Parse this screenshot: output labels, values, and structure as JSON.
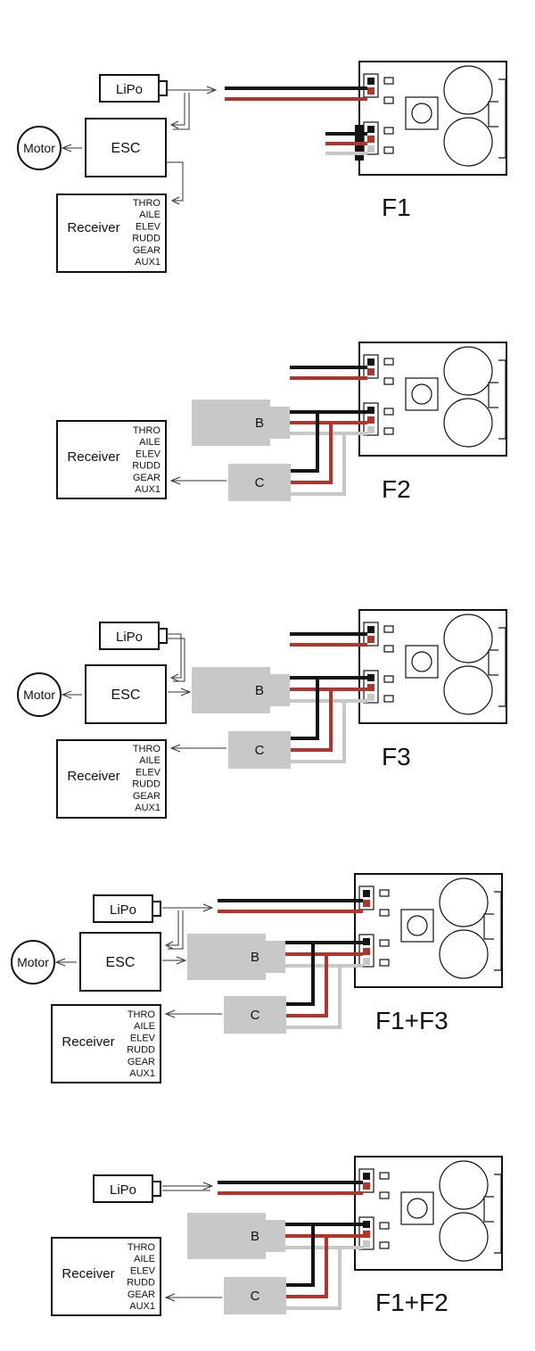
{
  "labels": {
    "lipo": "LiPo",
    "esc": "ESC",
    "motor": "Motor",
    "receiver": "Receiver",
    "b": "B",
    "c": "C"
  },
  "channels": [
    "THRO",
    "AILE",
    "ELEV",
    "RUDD",
    "GEAR",
    "AUX1"
  ],
  "figures": [
    {
      "id": "f1",
      "label": "F1"
    },
    {
      "id": "f2",
      "label": "F2"
    },
    {
      "id": "f3",
      "label": "F3"
    },
    {
      "id": "f1f3",
      "label": "F1+F3"
    },
    {
      "id": "f1f2",
      "label": "F1+F2"
    }
  ],
  "colors": {
    "wire_black": "#151515",
    "wire_red": "#b3342a",
    "wire_gray": "#c8c8c8",
    "module_gray": "#c8c8c8"
  }
}
